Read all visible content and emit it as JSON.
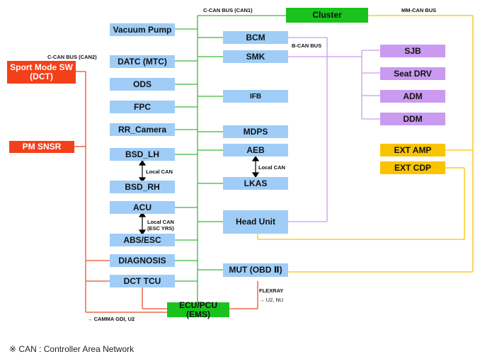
{
  "buses": {
    "c_can_can1": "C-CAN BUS (CAN1)",
    "c_can_can2": "C-CAN BUS (CAN2)",
    "b_can": "B-CAN BUS",
    "mm_can": "MM-CAN BUS",
    "local_can_bsd": "Local CAN",
    "local_can_aeb": "Local CAN",
    "local_can_acu_1": "Local CAN",
    "local_can_acu_2": "(ESC YRS)",
    "flexray": "FLEXRAY",
    "flexray_note": "→ U2, NU",
    "camma_note": "→ CAMMA GDI, U2"
  },
  "modules": {
    "cluster": "Cluster",
    "vacuum_pump": "Vacuum Pump",
    "datc": "DATC (MTC)",
    "ods": "ODS",
    "fpc": "FPC",
    "rr_camera": "RR_Camera",
    "bsd_lh": "BSD_LH",
    "bsd_rh": "BSD_RH",
    "acu": "ACU",
    "abs_esc": "ABS/ESC",
    "diagnosis": "DIAGNOSIS",
    "dct_tcu": "DCT TCU",
    "ecu_pcu": "ECU/PCU (EMS)",
    "bcm": "BCM",
    "smk": "SMK",
    "ifb": "IFB",
    "mdps": "MDPS",
    "aeb": "AEB",
    "lkas": "LKAS",
    "head_unit": "Head Unit",
    "mut_obd": "MUT (OBD Ⅱ)",
    "sjb": "SJB",
    "seat_drv": "Seat DRV",
    "adm": "ADM",
    "ddm": "DDM",
    "ext_amp": "EXT AMP",
    "ext_cdp": "EXT CDP",
    "sport_mode_sw_1": "Sport Mode SW",
    "sport_mode_sw_2": "(DCT)",
    "pm_snsr": "PM SNSR"
  },
  "footnote": {
    "symbol": "※",
    "text": "CAN : Controller Area Network"
  },
  "colors": {
    "c_can": "#3cb83c",
    "b_can": "#c99af0",
    "mm_can": "#f8c400",
    "can2": "#e8502a",
    "module_blue": "#9fcdf7",
    "ems_green": "#19c21d",
    "sensor_red": "#f4401a",
    "body_purple": "#c99af0",
    "mm_yellow": "#f8c400"
  }
}
